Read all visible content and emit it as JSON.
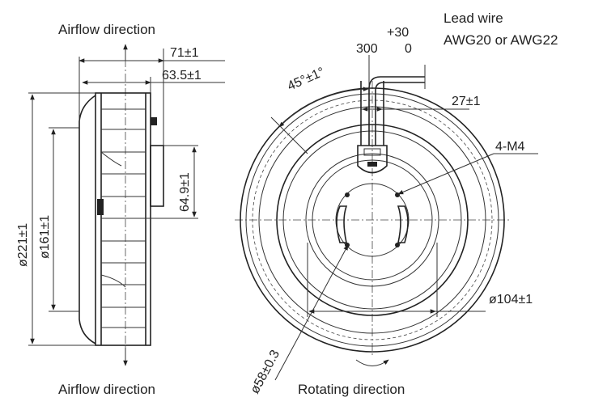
{
  "labels": {
    "airflow_top": "Airflow direction",
    "airflow_bottom": "Airflow direction",
    "lead_wire_line1": "Lead wire",
    "lead_wire_line2": "AWG20 or AWG22",
    "rotating": "Rotating direction"
  },
  "dimensions": {
    "overall_height": "71±1",
    "body_height": "63.5±1",
    "outer_dia": "ø221±1",
    "inlet_dia": "ø161±1",
    "offset": "64.9±1",
    "angle": "45°±1°",
    "wire_length": "300",
    "wire_tol_upper": "+30",
    "wire_tol_lower": "0",
    "wire_width": "27±1",
    "screws": "4-M4",
    "mount_dia": "ø104±1",
    "hub_dia": "ø58±0.3"
  }
}
